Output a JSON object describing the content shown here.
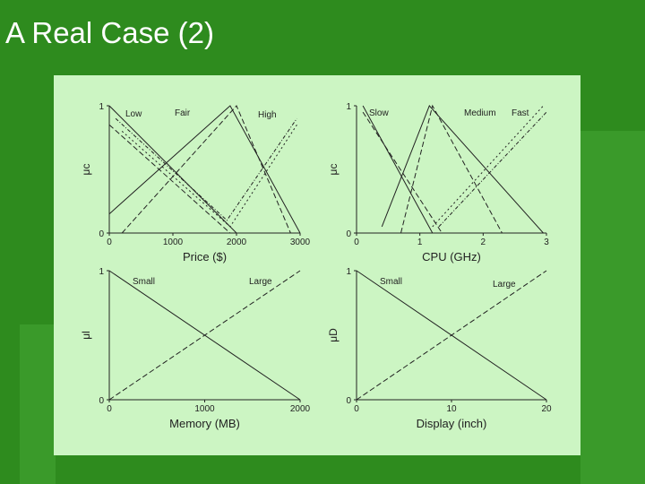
{
  "slide": {
    "title": "A Real Case (2)"
  },
  "colors": {
    "background": "#2e8b1e",
    "panel": "#ccf5c3",
    "ink": "#222222"
  },
  "chart_data": [
    {
      "type": "line",
      "ylabel": "μc",
      "xlabel": "Price ($)",
      "xticks": [
        "0",
        "1000",
        "2000",
        "3000"
      ],
      "yticks": [
        "0",
        "1"
      ],
      "xlim": [
        0,
        3000
      ],
      "ylim": [
        0,
        1
      ],
      "annotations": [
        "Low",
        "Fair",
        "High"
      ],
      "series": [
        {
          "points": [
            [
              0,
              1
            ],
            [
              2000,
              0
            ]
          ]
        },
        {
          "points": [
            [
              0,
              0.85
            ],
            [
              1900,
              0
            ]
          ]
        },
        {
          "points": [
            [
              0,
              0.15
            ],
            [
              1900,
              1
            ],
            [
              3000,
              0
            ]
          ]
        },
        {
          "points": [
            [
              200,
              0
            ],
            [
              2000,
              1
            ],
            [
              2850,
              0
            ]
          ]
        },
        {
          "points": [
            [
              200,
              0.8
            ],
            [
              1900,
              0.05
            ],
            [
              2950,
              0.85
            ]
          ]
        },
        {
          "points": [
            [
              100,
              0.9
            ],
            [
              1850,
              0.1
            ],
            [
              2950,
              0.9
            ]
          ]
        }
      ]
    },
    {
      "type": "line",
      "ylabel": "μc",
      "xlabel": "CPU (GHz)",
      "xticks": [
        "0",
        "1",
        "2",
        "3"
      ],
      "yticks": [
        "0",
        "1"
      ],
      "xlim": [
        0,
        3
      ],
      "ylim": [
        0,
        1
      ],
      "annotations": [
        "Slow",
        "Medium",
        "Fast"
      ],
      "series": [
        {
          "points": [
            [
              0.1,
              1
            ],
            [
              1.2,
              0
            ]
          ]
        },
        {
          "points": [
            [
              0.1,
              0.95
            ],
            [
              1.35,
              0
            ]
          ]
        },
        {
          "points": [
            [
              0.4,
              0.05
            ],
            [
              1.15,
              1
            ],
            [
              2.95,
              0
            ]
          ]
        },
        {
          "points": [
            [
              0.7,
              0
            ],
            [
              1.2,
              1
            ],
            [
              2.3,
              0
            ]
          ]
        },
        {
          "points": [
            [
              1.2,
              0.05
            ],
            [
              2.95,
              1
            ]
          ]
        },
        {
          "points": [
            [
              1.3,
              0.05
            ],
            [
              3.0,
              0.95
            ]
          ]
        }
      ]
    },
    {
      "type": "line",
      "ylabel": "μl",
      "xlabel": "Memory (MB)",
      "xticks": [
        "0",
        "1000",
        "2000"
      ],
      "yticks": [
        "0",
        "1"
      ],
      "xlim": [
        0,
        2000
      ],
      "ylim": [
        0,
        1
      ],
      "annotations": [
        "Small",
        "Large"
      ],
      "series": [
        {
          "points": [
            [
              0,
              1
            ],
            [
              2000,
              0
            ]
          ]
        },
        {
          "points": [
            [
              0,
              0
            ],
            [
              2000,
              1
            ]
          ]
        }
      ]
    },
    {
      "type": "line",
      "ylabel": "μD",
      "xlabel": "Display (inch)",
      "xticks": [
        "0",
        "10",
        "20"
      ],
      "yticks": [
        "0",
        "1"
      ],
      "xlim": [
        0,
        20
      ],
      "ylim": [
        0,
        1
      ],
      "annotations": [
        "Small",
        "Large"
      ],
      "series": [
        {
          "points": [
            [
              0,
              1
            ],
            [
              20,
              0
            ]
          ]
        },
        {
          "points": [
            [
              0,
              0
            ],
            [
              20,
              1
            ]
          ]
        }
      ]
    }
  ]
}
